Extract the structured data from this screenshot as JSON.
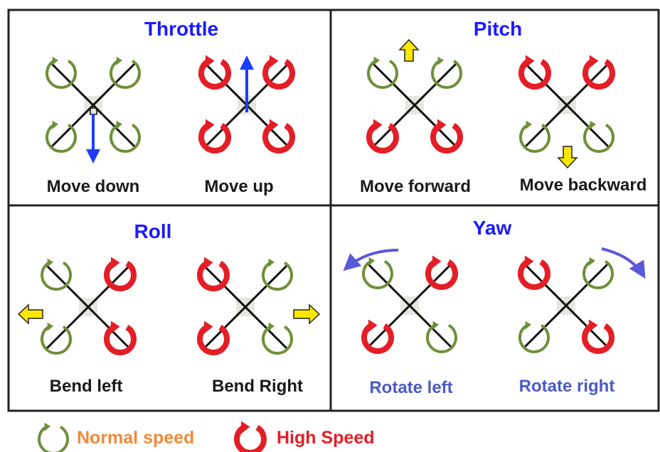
{
  "colors": {
    "title_blue": "#1a1aff",
    "caption_dark": "#1a1a1a",
    "caption_blue": "#4a5ac8",
    "normal_green": "#6f8f3a",
    "high_red": "#e41e26",
    "arrow_blue": "#1e3cff",
    "rotate_arrow": "#5a5ad8",
    "yellow_arrow": "#ffe600",
    "legend_normal_text": "#f08a3c",
    "legend_high_text": "#e41e26",
    "frame": "#222222"
  },
  "panels": {
    "throttle": {
      "title": "Throttle",
      "left_caption": "Move down",
      "right_caption": "Move up"
    },
    "pitch": {
      "title": "Pitch",
      "left_caption": "Move forward",
      "right_caption": "Move backward"
    },
    "roll": {
      "title": "Roll",
      "left_caption": "Bend left",
      "right_caption": "Bend Right"
    },
    "yaw": {
      "title": "Yaw",
      "left_caption": "Rotate left",
      "right_caption": "Rotate right"
    }
  },
  "legend": {
    "normal_label": "Normal speed",
    "high_label": "High Speed"
  }
}
